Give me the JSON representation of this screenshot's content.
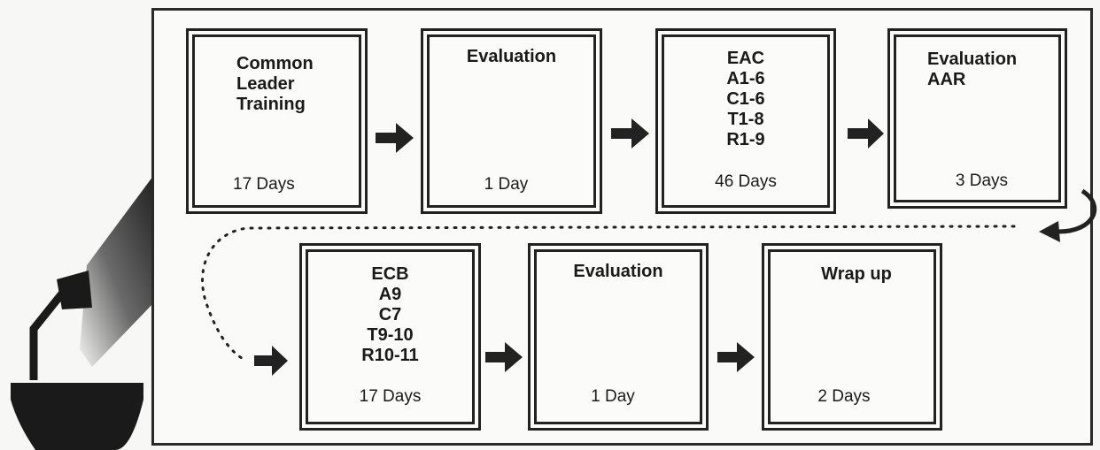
{
  "stages": [
    {
      "title": "Common\nLeader\nTraining",
      "days": "17 Days"
    },
    {
      "title": "Evaluation",
      "days": "1 Day"
    },
    {
      "title": "EAC\nA1-6\nC1-6\nT1-8\nR1-9",
      "days": "46 Days"
    },
    {
      "title": "Evaluation\nAAR",
      "days": "3 Days"
    },
    {
      "title": "ECB\nA9\nC7\nT9-10\nR10-11",
      "days": "17 Days"
    },
    {
      "title": "Evaluation",
      "days": "1 Day"
    },
    {
      "title": "Wrap up",
      "days": "2 Days"
    }
  ],
  "colors": {
    "line": "#222222",
    "background": "#f7f7f5"
  }
}
